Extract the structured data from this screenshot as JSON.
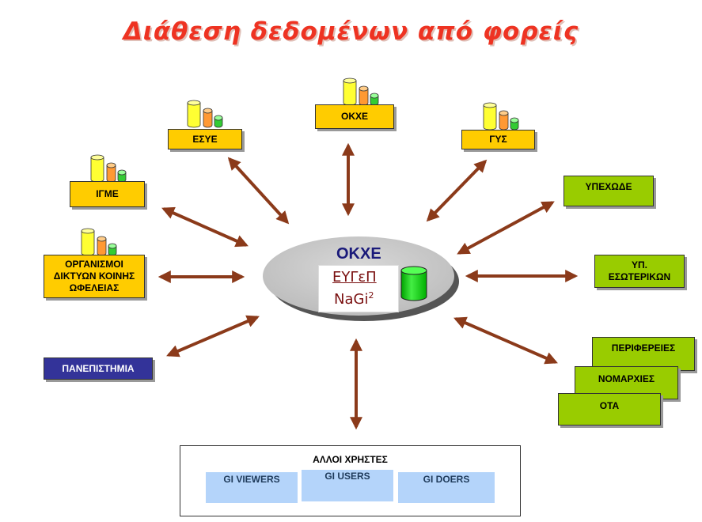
{
  "title": "Διάθεση δεδομένων από φορείς",
  "center": {
    "title": "ΟΚΧΕ",
    "logo_line1": "ΕΥΓεΠ",
    "logo_line2": "NaGi",
    "logo_sup": "2"
  },
  "sources": {
    "okxe": "ΟΚΧΕ",
    "esye": "ΕΣΥΕ",
    "gys": "ΓΥΣ",
    "igme": "ΙΓΜΕ",
    "organismoi": "ΟΡΓΑΝΙΣΜΟΙ ΔΙΚΤΥΩΝ ΚΟΙΝΗΣ ΩΦΕΛΕΙΑΣ",
    "panepistimia": "ΠΑΝΕΠΙΣΤΗΜΙΑ"
  },
  "right": {
    "ypexode": "ΥΠΕΧΩΔΕ",
    "yp_esoterikon": "ΥΠ. ΕΣΩΤΕΡΙΚΩΝ",
    "perifereies": "ΠΕΡΙΦΕΡΕΙΕΣ",
    "nomarxies": "ΝΟΜΑΡΧΙΕΣ",
    "ota": "ΟΤΑ"
  },
  "users": {
    "title": "ΑΛΛΟΙ ΧΡΗΣΤΕΣ",
    "viewers": "GI VIEWERS",
    "users": "GI USERS",
    "doers": "GI DOERS"
  },
  "colors": {
    "title": "#ee3322",
    "arrow": "#8b3a1a",
    "source_box": "#ffcc00",
    "government_box": "#99cc00",
    "university_box": "#333399",
    "user_box": "#b4d4fa"
  }
}
